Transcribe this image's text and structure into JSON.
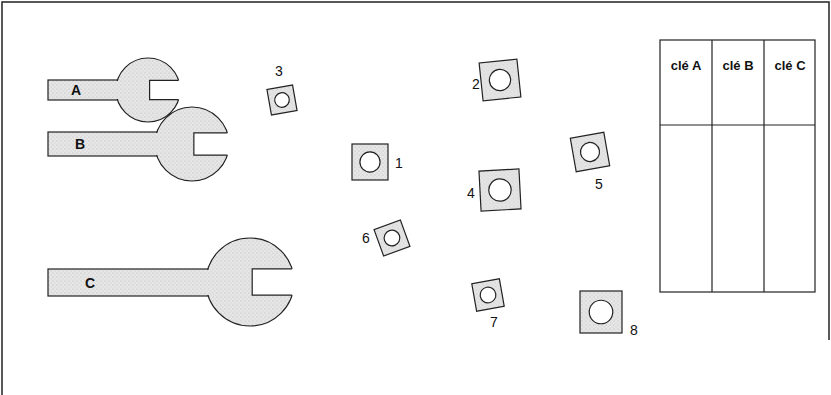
{
  "diagram": {
    "labels": [
      "A",
      "B",
      "C",
      "3",
      "1",
      "2",
      "4",
      "5",
      "6",
      "7",
      "8",
      "clé A",
      "clé B",
      "clé C"
    ]
  }
}
